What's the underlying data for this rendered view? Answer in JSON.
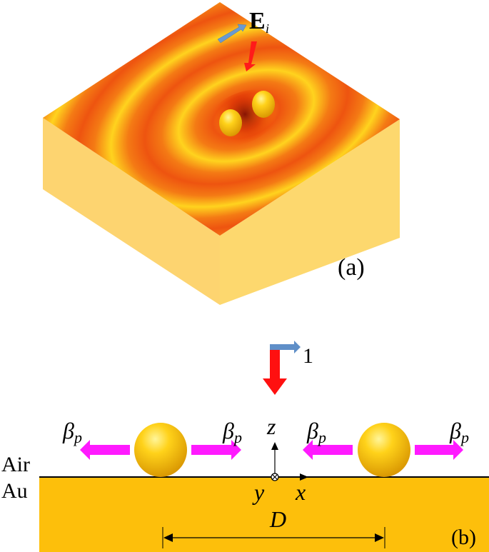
{
  "panel_a": {
    "field_label": "E",
    "field_subscript": "i",
    "panel_label": "(a)"
  },
  "panel_b": {
    "polarization_label": "1",
    "beta_main": "β",
    "beta_sub": "p",
    "air_label": "Air",
    "au_label": "Au",
    "axis_z": "z",
    "axis_y": "y",
    "axis_x": "x",
    "distance_label": "D",
    "panel_label": "(b)"
  },
  "colors": {
    "gold": "#fdbf0b",
    "gold_side": "#fdd86e",
    "ring_dark": "#ee5a10",
    "ring_light": "#ffd21c",
    "magenta": "#ff1aff",
    "red_arrow": "#ff1010",
    "blue_arrow": "#5f8fc8"
  }
}
